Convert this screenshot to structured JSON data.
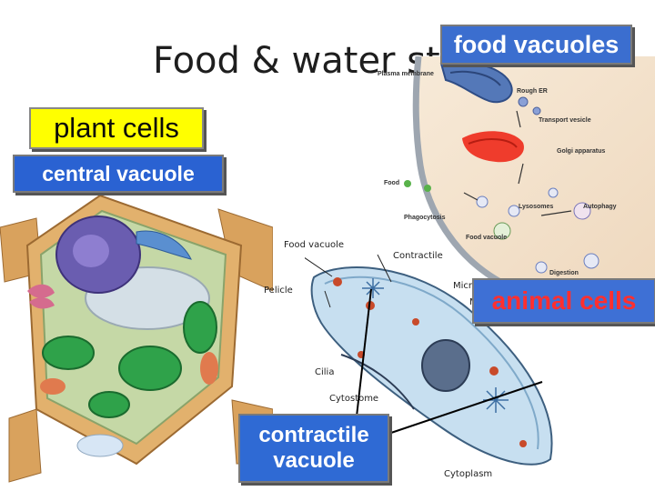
{
  "title": "Food & water sto",
  "labels": {
    "food_vacuoles": "food vacuoles",
    "plant_cells": "plant cells",
    "central_vacuole": "central vacuole",
    "animal_cells": "animal cells",
    "contractile_line1": "contractile",
    "contractile_line2": "vacuole"
  },
  "paramecium_labels": {
    "food_vacuole": "Food vacuole",
    "contractile": "Contractile",
    "pelicle": "Pelicle",
    "micro": "Micro",
    "m": "M",
    "cilia": "Cilia",
    "cytostome": "Cytostome",
    "cytoplasm": "Cytoplasm"
  },
  "animal_cell_labels": {
    "plasma_membrane": "Plasma membrane",
    "rough_er": "Rough ER",
    "transport_vesicle": "Transport vesicle",
    "golgi": "Golgi apparatus",
    "food": "Food",
    "lysosomes": "Lysosomes",
    "autophagy": "Autophagy",
    "phagocytosis": "Phagocytosis",
    "food_vacuole": "Food vacuole",
    "digestion": "Digestion"
  },
  "colors": {
    "title_text": "#1e1e1e",
    "blue_label": "#2f6ad4",
    "yellow_label": "#ffff00",
    "animal_label_text": "#ff2f2f"
  }
}
